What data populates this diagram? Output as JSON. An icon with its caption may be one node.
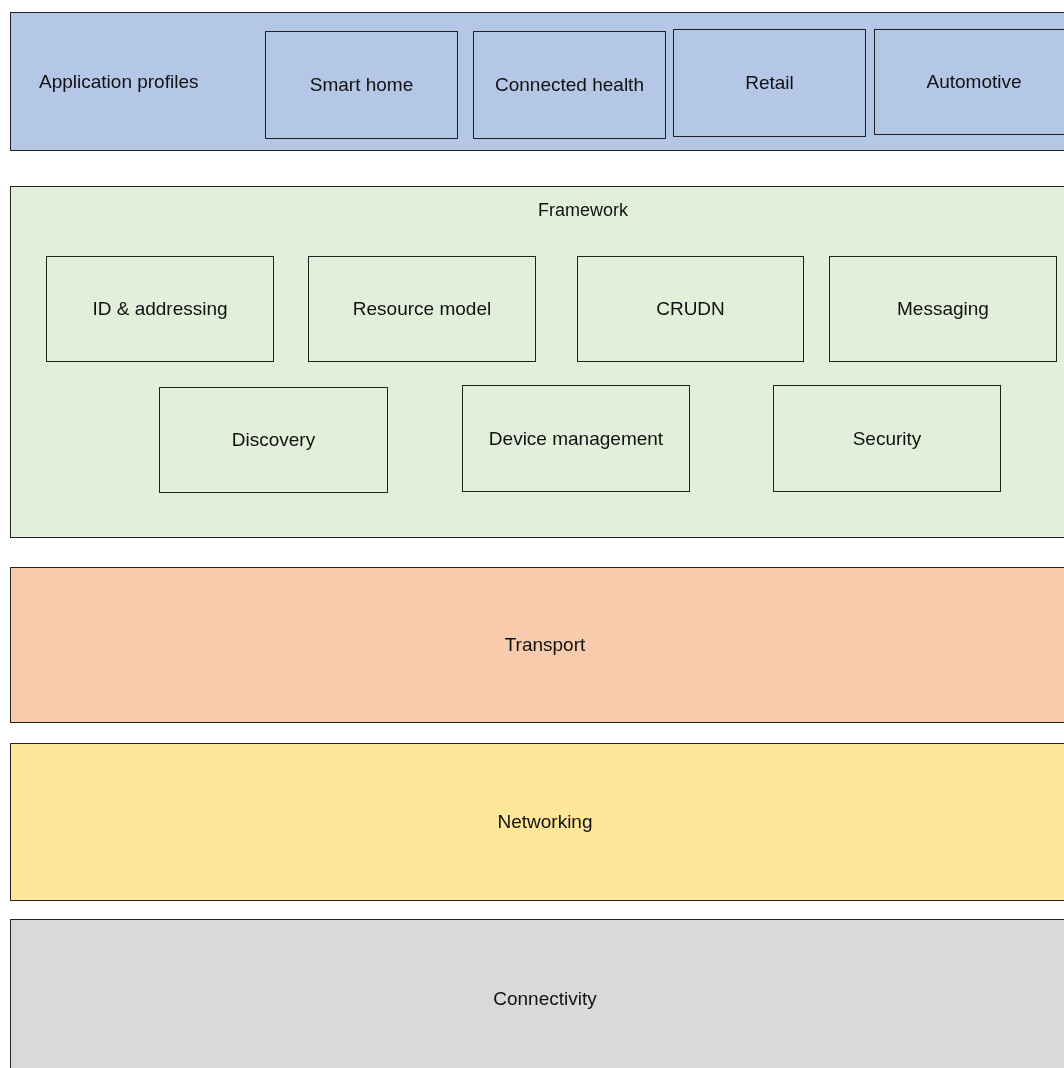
{
  "diagram": {
    "nodes": [
      {
        "text": [
          "Application profiles"
        ]
      },
      {
        "text": [
          "Smart home"
        ],
        "in": 0
      },
      {
        "text": [
          "Connected health"
        ],
        "in": 0
      },
      {
        "text": [
          "Retail"
        ],
        "in": 0
      },
      {
        "text": [
          "Automotive"
        ],
        "in": 0
      },
      {
        "text": [
          "Framework"
        ]
      },
      {
        "text": [
          "ID & addressing"
        ],
        "in": 5
      },
      {
        "text": [
          "Resource model"
        ],
        "in": 5
      },
      {
        "text": [
          "CRUDN"
        ],
        "in": 5
      },
      {
        "text": [
          "Messaging"
        ],
        "in": 5
      },
      {
        "text": [
          "Discovery"
        ],
        "in": 5
      },
      {
        "text": [
          "Device management"
        ],
        "in": 5
      },
      {
        "text": [
          "Security"
        ],
        "in": 5
      },
      {
        "text": [
          "Transport"
        ]
      },
      {
        "text": [
          "Networking"
        ]
      },
      {
        "text": [
          "Connectivity"
        ]
      }
    ]
  }
}
